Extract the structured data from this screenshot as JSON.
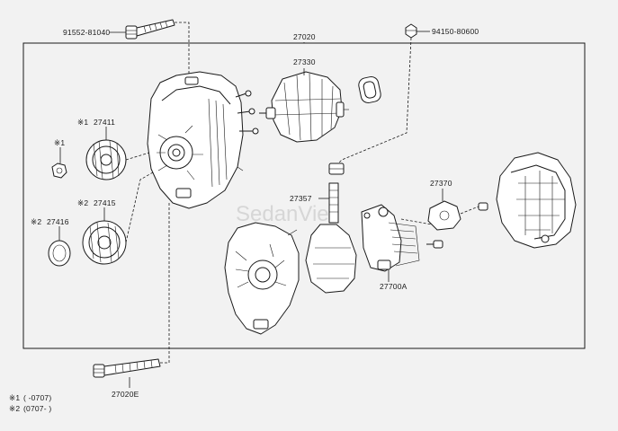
{
  "labels": {
    "bolt_top": "91552-81040",
    "assembly": "27020",
    "nut_top": "94150-80600",
    "rotor": "27330",
    "pulley1": "27411",
    "pulley1_mark": "※1",
    "pulley2": "27415",
    "pulley2_mark": "※2",
    "nut_left_mark": "※1",
    "cap": "27416",
    "cap_mark": "※2",
    "terminal": "27357",
    "holder": "27370",
    "regulator": "27700A",
    "bolt_bottom": "27020E"
  },
  "watermark": "SedanViet",
  "legend": [
    {
      "mark": "※1",
      "text": "(    -0707)"
    },
    {
      "mark": "※2",
      "text": "(0707-    )"
    }
  ]
}
